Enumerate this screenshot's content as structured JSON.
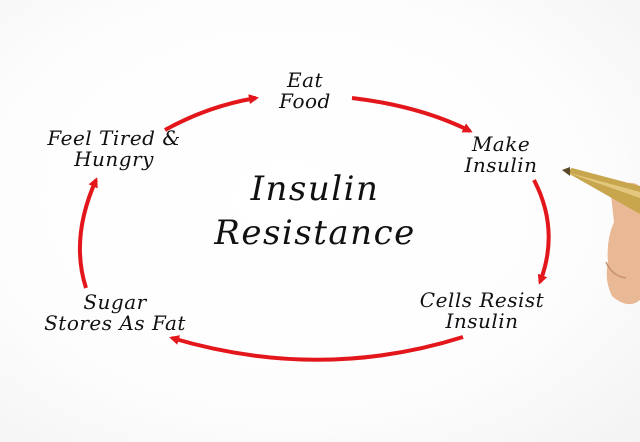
{
  "center": {
    "line1": "Insulin",
    "line2": "Resistance"
  },
  "steps": [
    {
      "line1": "Eat",
      "line2": "Food"
    },
    {
      "line1": "Make",
      "line2": "Insulin"
    },
    {
      "line1": "Cells Resist",
      "line2": "Insulin"
    },
    {
      "line1": "Sugar",
      "line2": "Stores As Fat"
    },
    {
      "line1": "Feel Tired &",
      "line2": "Hungry"
    }
  ],
  "colors": {
    "arrow": "#e3171b",
    "text": "#111111",
    "pen_gold": "#c8a64e",
    "skin": "#e9b894"
  }
}
